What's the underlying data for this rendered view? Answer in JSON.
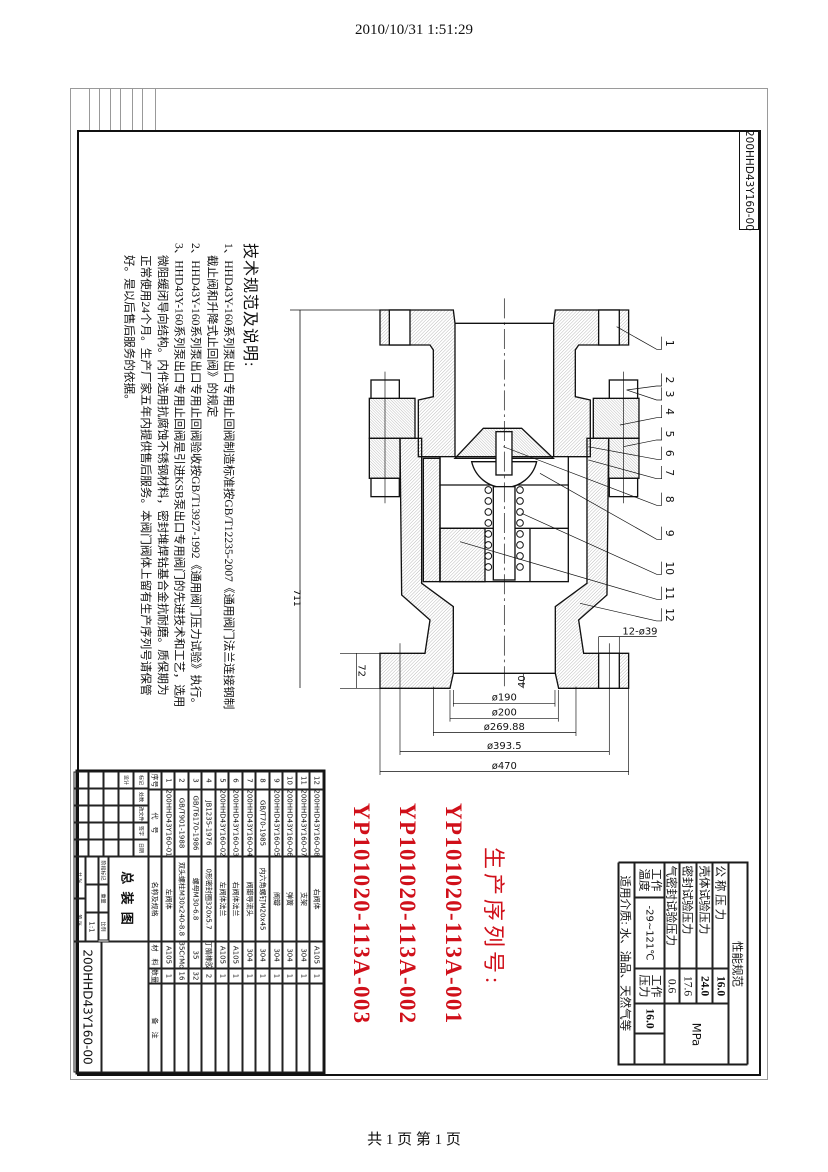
{
  "header": {
    "timestamp": "2010/10/31  1:51:29"
  },
  "footer": {
    "page_info": "共 1 页 第 1 页"
  },
  "drawing_number": "200HHD43Y160-00",
  "notes": {
    "title": "技术规范及说明:",
    "lines": [
      "1、HHD43Y-160系列泵出口专用止回阀制造标准按GB/T12235-2007《通用阀门法兰连接钢制",
      "截止阀和升降式止回阀》的规定",
      "2、HHD43Y-160系列泵出口专用止回阀验收按GB/T13927-1992《通用阀门压力试验》执行。",
      "3、HHD43Y-160系列泵出口专用止回阀是引进KSB泵出口专用阀门的先进技术和工艺，选用",
      "微阻缓闭导向结构。内件选用抗腐蚀不锈钢材料，密封堆焊钴基合金抗耐磨。质保期为",
      "正常使用24个月。生产厂家五年内提供售后服务。本阀门阀体上留有生产序列号请保管",
      "好。是以后售后服务的依据。"
    ]
  },
  "serial": {
    "title": "生产序列号:",
    "numbers": [
      "YP101020-113A-001",
      "YP101020-113A-002",
      "YP101020-113A-003"
    ],
    "color": "#d0101a"
  },
  "performance": {
    "title": "性能规范",
    "unit": "MPa",
    "rows": [
      {
        "label": "公 称 压 力",
        "value": "16.0"
      },
      {
        "label": "壳体试验压力",
        "value": "24.0"
      },
      {
        "label": "密封试验压力",
        "value": "17.6"
      },
      {
        "label": "气密封试验压力",
        "value": "0.6"
      }
    ],
    "temp_label": "工作温度",
    "temp_value": "-29~121℃",
    "work_pressure_label": "工作压力",
    "work_pressure_value": "16.0",
    "medium": "适用介质: 水、油品、天然气等"
  },
  "parts_list": {
    "headers": [
      "序号",
      "代　号",
      "名称及规格",
      "材　料",
      "数量",
      "备　注"
    ],
    "rows": [
      {
        "no": "12",
        "code": "200HHD43Y160-08",
        "name": "右阀体",
        "material": "A105",
        "qty": "1"
      },
      {
        "no": "11",
        "code": "200HHD43Y160-07",
        "name": "支架",
        "material": "304",
        "qty": "1"
      },
      {
        "no": "10",
        "code": "200HHD43Y160-06",
        "name": "弹簧",
        "material": "304",
        "qty": "1"
      },
      {
        "no": "9",
        "code": "200HHD43Y160-05",
        "name": "阀瓣",
        "material": "304",
        "qty": "1"
      },
      {
        "no": "8",
        "code": "GB/T70-1985",
        "name": "内六角螺钉M20x45",
        "material": "304",
        "qty": "1"
      },
      {
        "no": "7",
        "code": "200HHD43Y160-04",
        "name": "阀瓣导流头",
        "material": "304",
        "qty": "1"
      },
      {
        "no": "6",
        "code": "200HHD43Y160-03",
        "name": "右阀体法兰",
        "material": "A105",
        "qty": "1"
      },
      {
        "no": "5",
        "code": "200HHD43Y160-02",
        "name": "左阀体法兰",
        "material": "A105",
        "qty": "1"
      },
      {
        "no": "4",
        "code": "JB1235-1976",
        "name": "0形密封圈320x5.7",
        "material": "丁腈橡胶",
        "qty": "2"
      },
      {
        "no": "3",
        "code": "GB/T6170-1986",
        "name": "螺母M30-6.8",
        "material": "35",
        "qty": "32"
      },
      {
        "no": "2",
        "code": "GB/T901-1988",
        "name": "双头螺柱M30x240-8.8",
        "material": "35CrMo",
        "qty": "16"
      },
      {
        "no": "1",
        "code": "200HHD43Y160-01",
        "name": "左阀体",
        "material": "A105",
        "qty": "1"
      }
    ]
  },
  "title_block": {
    "name": "总 装 图",
    "scale": "1:1",
    "number": "200HHD43Y160-00",
    "labels": [
      "标记",
      "处数",
      "更改文件号",
      "签字",
      "日期",
      "设计",
      "校对",
      "审核",
      "工艺",
      "阶段标记",
      "重量",
      "比例",
      "共 张",
      "第 张"
    ]
  },
  "drawing": {
    "part_numbers": [
      "1",
      "2",
      "3",
      "4",
      "5",
      "6",
      "7",
      "8",
      "9",
      "10",
      "11",
      "12"
    ],
    "dimensions": {
      "length": "711",
      "flange_thickness": "72",
      "recess": "40",
      "bolt_holes": "12-ø39",
      "d1": "ø190",
      "d2": "ø200",
      "d3": "ø269.88",
      "d4": "ø393.5",
      "d5": "ø470"
    }
  }
}
